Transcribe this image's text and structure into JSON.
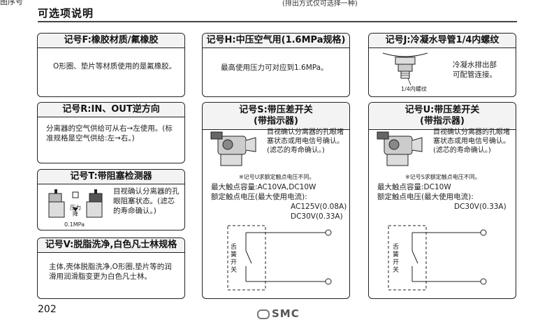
{
  "header": {
    "cut_left": "图序号",
    "cut_note": "(排出方式仅可选择一种)",
    "section_title": "可选项说明"
  },
  "cards": {
    "f": {
      "title": "记号F:橡胶材质/氟橡胶",
      "body": "O形圈、垫片等材质使用的是氟橡胶。"
    },
    "h": {
      "title": "记号H:中压空气用(1.6MPa规格)",
      "body": "最高使用压力可对应到1.6MPa。"
    },
    "j": {
      "title": "记号J:冷凝水导管1/4内螺纹",
      "body": "冷凝水排出部可配管连接。",
      "label": "1/4内螺纹"
    },
    "r": {
      "title": "记号R:IN、OUT逆方向",
      "body": "分离器的空气供给可从右→左使用。(标准规格是空气供给:左→右。)"
    },
    "s": {
      "title_line1": "记号S:带压差开关",
      "title_line2": "(带指示器)",
      "body": "目视确认分离器的孔眼堵塞状态或用电信号确认。(滤芯的寿命确认。)",
      "note": "※记号U求额定触点电压不同。",
      "spec1": "最大触点容量:AC10VA,DC10W",
      "spec2": "额定触点电压(最大使用电流):",
      "spec3": "AC125V(0.08A)",
      "spec4": "DC30V(0.33A)",
      "switch_label": "舌簧开关"
    },
    "u": {
      "title_line1": "记号U:带压差开关",
      "title_line2": "(带指示器)",
      "body": "目视确认分离器的孔眼堵塞状态或用电信号确认。(滤芯的寿命确认。)",
      "note": "※记号S求额定触点电压不同。",
      "spec1": "最大触点容量:DC10W",
      "spec2": "额定触点电压(最大使用电流):",
      "spec3": "DC30V(0.33A)",
      "switch_label": "舌簧开关"
    },
    "t": {
      "title": "记号T:带阻塞检测器",
      "body": "目视确认分离器的孔眼阻塞状态。(滤芯的寿命确认。)",
      "label_mid": "压力降",
      "label_bottom": "0.1MPa"
    },
    "v": {
      "title": "记号V:脱脂洗净,白色凡士林规格",
      "body": "主体,壳体脱脂洗净,O形圈,垫片等的润滑用润滑脂变更为白色凡士林。"
    }
  },
  "footer": {
    "page_number": "202",
    "logo": "SMC"
  }
}
